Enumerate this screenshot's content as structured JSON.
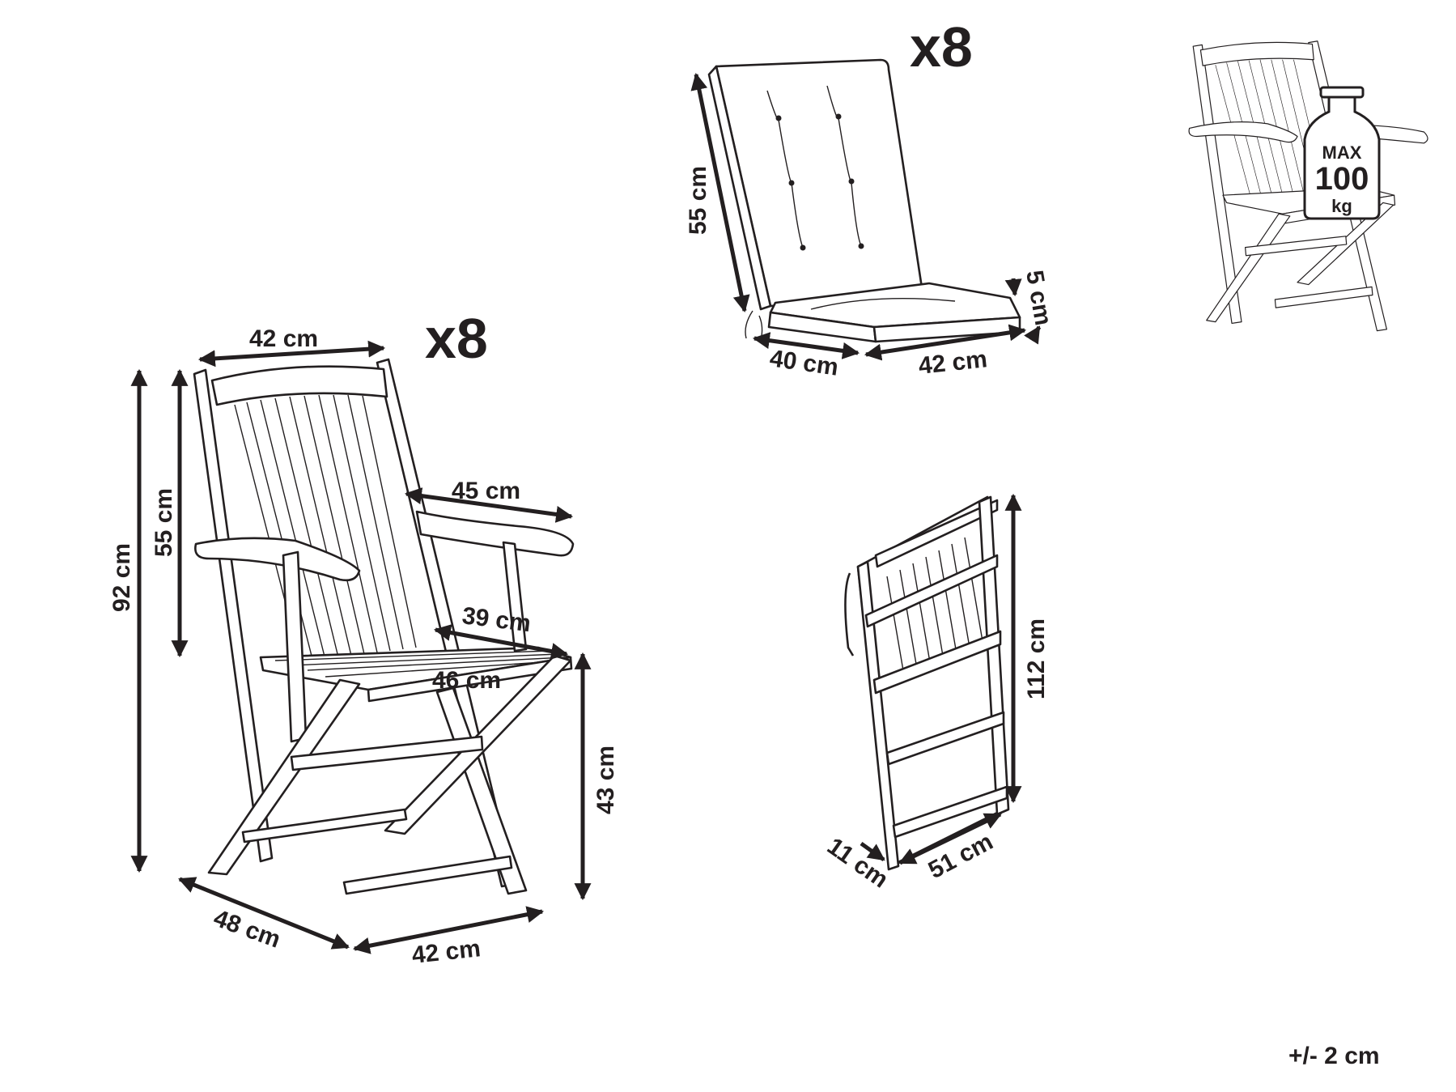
{
  "multipliers": {
    "chair": "x8",
    "cushion": "x8"
  },
  "chair_dims": {
    "top_width": "42 cm",
    "back_height": "55 cm",
    "total_height": "92 cm",
    "arm_length": "45 cm",
    "seat_depth_top": "39 cm",
    "seat_width": "46 cm",
    "seat_height": "43 cm",
    "base_depth": "48 cm",
    "base_width": "42 cm"
  },
  "cushion_dims": {
    "back_height": "55 cm",
    "thickness": "5 cm",
    "depth": "40 cm",
    "width": "42 cm"
  },
  "folded_dims": {
    "height": "112 cm",
    "thickness": "11 cm",
    "width": "51 cm"
  },
  "load_badge": {
    "max": "MAX",
    "value": "100",
    "unit": "kg"
  },
  "tolerance": "+/- 2 cm",
  "colors": {
    "ink": "#231f20",
    "background": "#ffffff"
  }
}
